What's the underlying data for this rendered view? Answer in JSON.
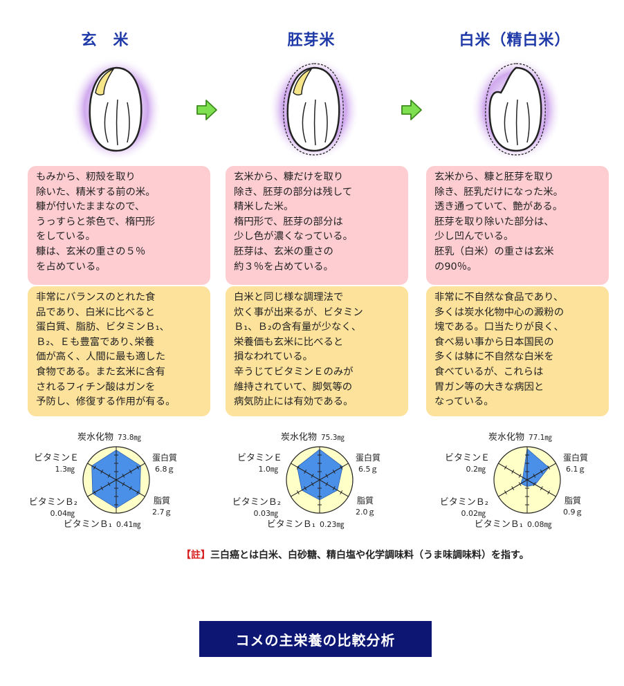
{
  "columns": [
    {
      "title": "玄　米",
      "desc": [
        "もみから、籾殻を取り",
        "除いた、精米する前の米。",
        "糠が付いたままなので、",
        "うっすらと茶色で、楕円形",
        "をしている。",
        "糠は、玄米の重さの５％",
        "を占めている。"
      ],
      "nutrition": [
        "非常にバランスのとれた食",
        "品であり、白米に比べると",
        "蛋白質、脂肪、ビタミンＢ₁、",
        "Ｂ₂、Ｅも豊富であり､栄養",
        "価が高く、人間に最も適した",
        "食物である。また玄米に含有",
        "されるフィチン酸はガンを",
        "予防し、修復する作用が有る。"
      ],
      "radar": {
        "labels": {
          "carb": "炭水化物",
          "carb_v": "73.8㎎",
          "protein": "蛋白質",
          "protein_v": "6.8ｇ",
          "fat": "脂質",
          "fat_v": "2.7ｇ",
          "b1": "ビタミンＢ₁",
          "b1_v": "0.41㎎",
          "b2": "ビタミンＢ₂",
          "b2_v": "0.04㎎",
          "e": "ビタミンＥ",
          "e_v": "1.3㎎"
        },
        "levels": [
          0.9,
          0.85,
          0.82,
          0.85,
          0.82,
          0.85
        ]
      }
    },
    {
      "title": "胚芽米",
      "desc": [
        "玄米から、糠だけを取り",
        "除き、胚芽の部分は残して",
        "精米した米。",
        "楕円形で、胚芽の部分は",
        "少し色が濃くなっている。",
        "胚芽は、玄米の重さの",
        "約３％を占めている。"
      ],
      "nutrition": [
        "白米と同じ様な調理法で",
        "炊く事が出来るが、ビタミン",
        "Ｂ₁、Ｂ₂の含有量が少なく、",
        "栄養価も玄米に比べると",
        "損なわれている。",
        "辛うじてビタミンＥのみが",
        "維持されていて、脚気等の",
        "病気防止には有効である。"
      ],
      "radar": {
        "labels": {
          "carb": "炭水化物",
          "carb_v": "75.3㎎",
          "protein": "蛋白質",
          "protein_v": "6.5ｇ",
          "fat": "脂質",
          "fat_v": "2.0ｇ",
          "b1": "ビタミンＢ₁",
          "b1_v": "0.23㎎",
          "b2": "ビタミンＢ₂",
          "b2_v": "0.03㎎",
          "e": "ビタミンＥ",
          "e_v": "1.0㎎"
        },
        "levels": [
          0.92,
          0.8,
          0.62,
          0.6,
          0.62,
          0.78
        ]
      }
    },
    {
      "title": "白米（精白米）",
      "desc": [
        "玄米から、糠と胚芽を取り",
        "除き、胚乳だけになった米。",
        "透き通っていて、艶がある。",
        "胚芽を取り除いた部分は、",
        "少し凹んでいる。",
        "胚乳（白米）の重さは玄米",
        "の90％。"
      ],
      "nutrition": [
        "非常に不自然な食品であり、",
        "多くは炭水化物中心の澱粉の",
        "塊である。口当たりが良く、",
        "食べ易い事から日本国民の",
        "多くは躰に不自然な白米を",
        "食べているが、これらは",
        "胃ガン等の大きな病因と",
        "なっている。"
      ],
      "radar": {
        "labels": {
          "carb": "炭水化物",
          "carb_v": "77.1㎎",
          "protein": "蛋白質",
          "protein_v": "6.1ｇ",
          "fat": "脂質",
          "fat_v": "0.9ｇ",
          "b1": "ビタミンＢ₁",
          "b1_v": "0.08㎎",
          "b2": "ビタミンＢ₂",
          "b2_v": "0.02㎎",
          "e": "ビタミンＥ",
          "e_v": "0.2㎎"
        },
        "levels": [
          0.94,
          0.75,
          0.28,
          0.2,
          0.22,
          0.15
        ]
      }
    }
  ],
  "note": {
    "mark": "【註】",
    "text": "三白癌とは白米、白砂糖、精白塩や化学調味料（うま味調味料）を指す。"
  },
  "banner": "コメの主栄養の比較分析",
  "colors": {
    "title": "#1f3aa8",
    "pink_box": "#fecdd1",
    "yellow_box": "#fde29b",
    "radar_bg": "#ffffc8",
    "radar_fill": "#4a8fe8",
    "arrow": "#7ee050",
    "banner": "#0d1673",
    "note_mark": "#d92020"
  },
  "icons": [
    "arrow-right-icon",
    "rice-grain-icon"
  ]
}
